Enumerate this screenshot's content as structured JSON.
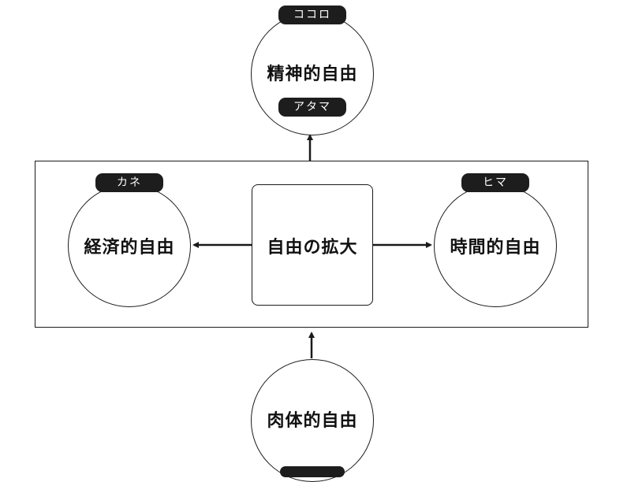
{
  "center": {
    "label": "自由の拡大"
  },
  "nodes": {
    "top": {
      "label": "精神的自由",
      "tag_top": "ココロ",
      "tag_bottom": "アタマ"
    },
    "left": {
      "label": "経済的自由",
      "tag": "カネ"
    },
    "right": {
      "label": "時間的自由",
      "tag": "ヒマ"
    },
    "bottom": {
      "label": "肉体的自由"
    }
  },
  "colors": {
    "line": "#1a1a1a",
    "tag_background": "#1d1d1d",
    "tag_text": "#ffffff"
  }
}
